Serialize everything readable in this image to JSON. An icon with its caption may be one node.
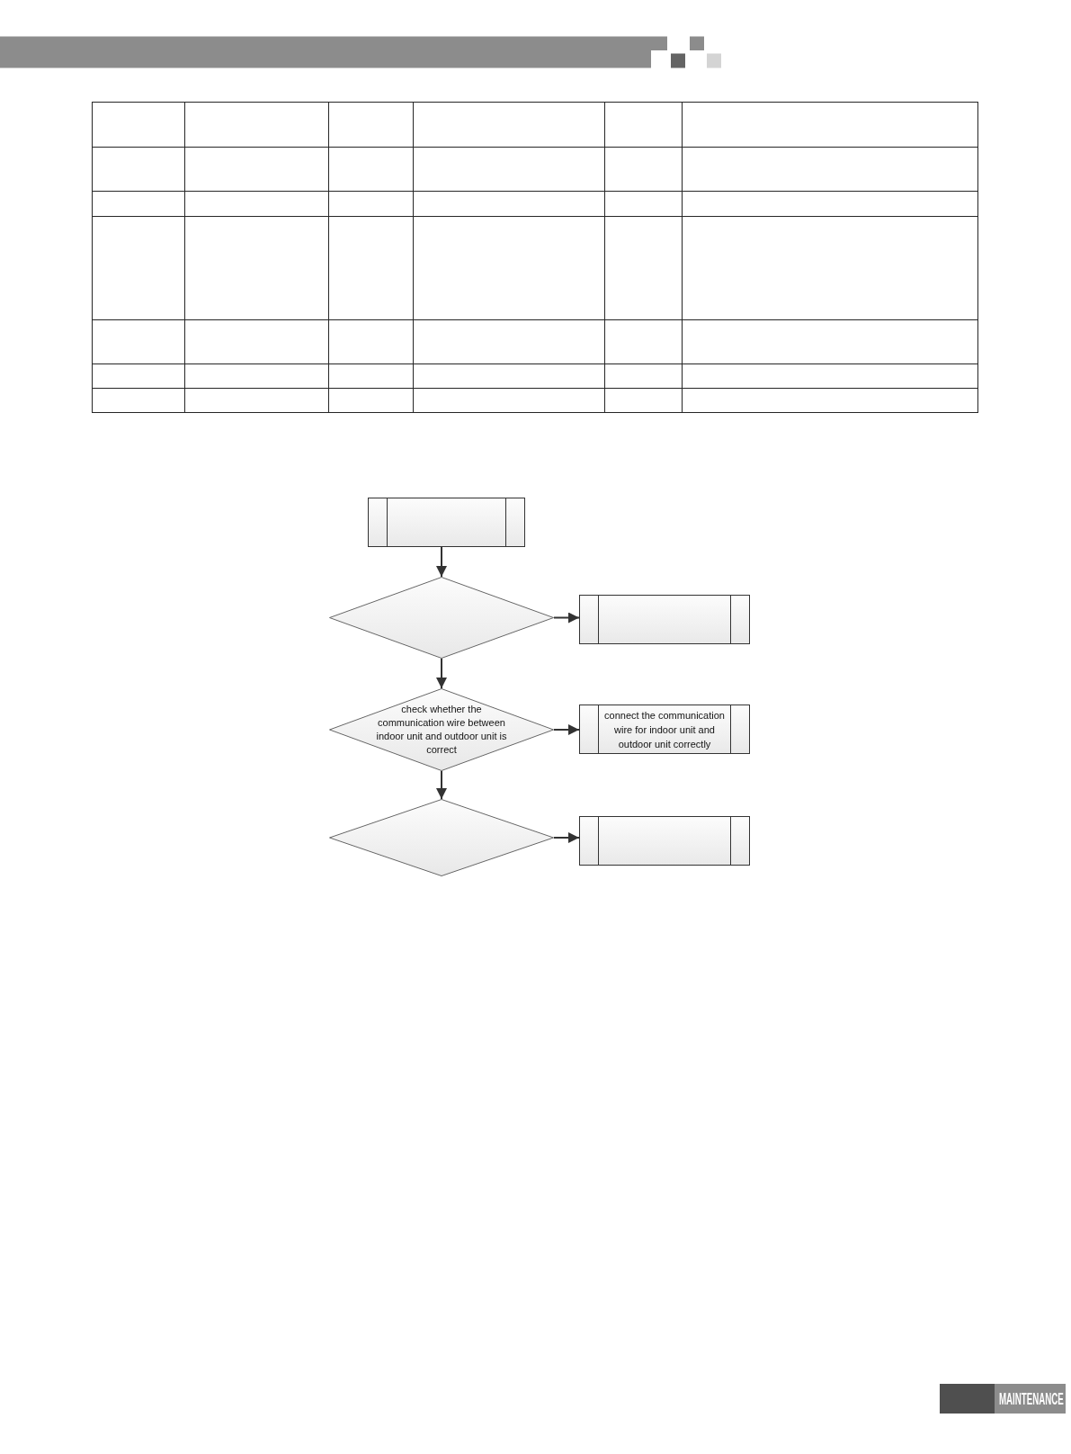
{
  "diagram": {
    "nodes": [
      {
        "text": [],
        "shape": "box"
      },
      {
        "text": [],
        "shape": "diamond"
      },
      {
        "text": [],
        "shape": "box"
      },
      {
        "text": [
          "check whether the communication wire between indoor unit and outdoor unit is correct"
        ]
      },
      {
        "text": [
          "connect the communication wire for indoor unit and outdoor unit correctly"
        ]
      },
      {
        "text": [],
        "shape": "diamond"
      },
      {
        "text": [],
        "shape": "box"
      }
    ],
    "edges": [
      {
        "from": 0,
        "to": 1,
        "arrow": "to"
      },
      {
        "from": 1,
        "to": 2,
        "arrow": "to"
      },
      {
        "from": 1,
        "to": 3,
        "arrow": "to"
      },
      {
        "from": 3,
        "to": 4,
        "arrow": "to"
      },
      {
        "from": 3,
        "to": 5,
        "arrow": "to"
      },
      {
        "from": 5,
        "to": 6,
        "arrow": "to"
      }
    ],
    "labels": [
      "MAINTENANCE"
    ]
  }
}
